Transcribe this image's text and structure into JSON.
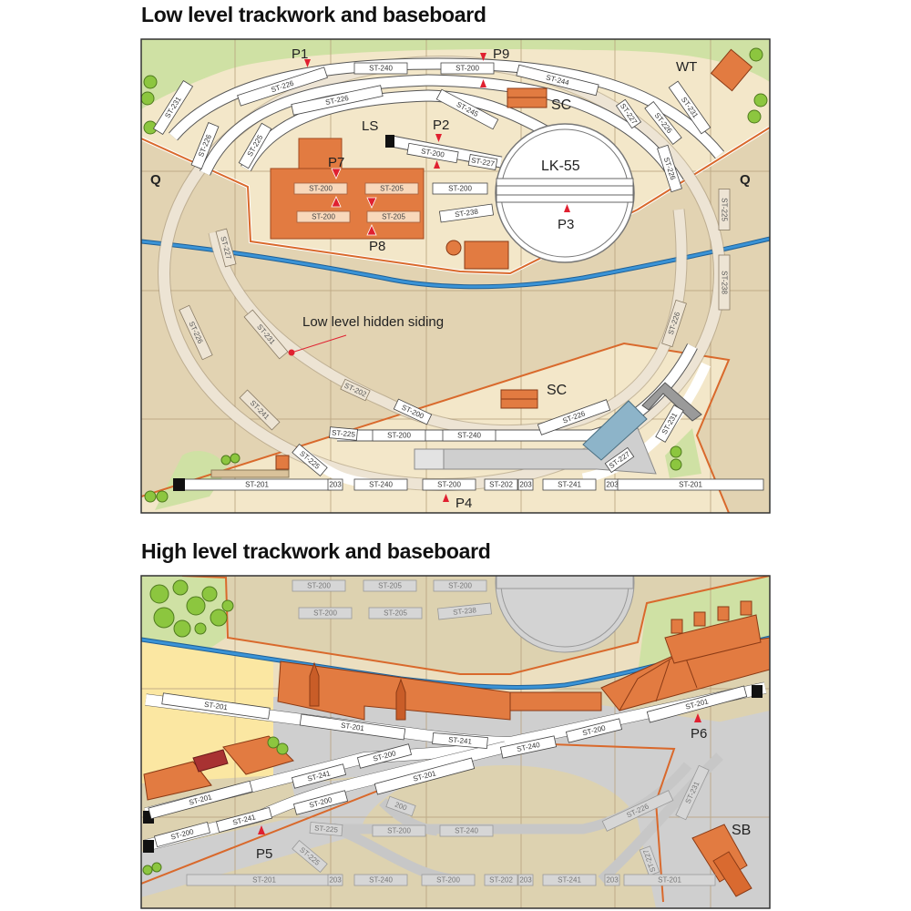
{
  "titles": {
    "low": "Low level trackwork and baseboard",
    "high": "High level trackwork and baseboard"
  },
  "colors": {
    "cream": "#f3e7c9",
    "tan": "#e2d3b2",
    "grass": "#cfe1a4",
    "water": "#2f86c8",
    "wall": "#d9692c",
    "building": "#e27b41",
    "ghost": "#d3d3d3"
  },
  "low": {
    "labels": {
      "q_left": "Q",
      "q_right": "Q",
      "wt": "WT",
      "sc_top": "SC",
      "ls": "LS",
      "turntable": "LK-55",
      "sc_bottom": "SC",
      "hidden_siding": "Low level hidden siding"
    },
    "markers": {
      "p1": "P1",
      "p2": "P2",
      "p3": "P3",
      "p4": "P4",
      "p7": "P7",
      "p8": "P8",
      "p9": "P9"
    },
    "tracks": [
      "ST-231",
      "ST-226",
      "ST-240",
      "ST-200",
      "ST-244",
      "ST-231",
      "ST-226",
      "ST-227",
      "ST-226",
      "ST-245",
      "ST-226",
      "ST-225",
      "ST-200",
      "ST-227",
      "ST-200",
      "ST-205",
      "ST-200",
      "ST-200",
      "ST-205",
      "ST-238",
      "ST-226",
      "ST-225",
      "ST-238",
      "ST-226",
      "ST-227",
      "ST-226",
      "ST-231",
      "ST-202",
      "ST-241",
      "ST-200",
      "ST-225",
      "ST-200",
      "ST-240",
      "ST-226",
      "ST-231",
      "ST-227",
      "ST-225",
      "ST-201",
      "203",
      "ST-240",
      "ST-200",
      "ST-202",
      "203",
      "ST-241",
      "203",
      "ST-201"
    ]
  },
  "high": {
    "labels": {
      "sb": "SB"
    },
    "markers": {
      "p5": "P5",
      "p6": "P6"
    },
    "tracks": [
      "ST-200",
      "ST-205",
      "ST-200",
      "ST-200",
      "ST-205",
      "ST-238",
      "ST-201",
      "ST-201",
      "ST-241",
      "ST-240",
      "ST-200",
      "ST-201",
      "ST-200",
      "ST-241",
      "ST-201",
      "ST-201",
      "ST-200",
      "ST-200",
      "ST-241",
      "200",
      "ST-225",
      "ST-200",
      "ST-240",
      "ST-226",
      "ST-231",
      "ST-227",
      "ST-225",
      "ST-201",
      "203",
      "ST-240",
      "ST-200",
      "ST-202",
      "203",
      "ST-241",
      "203",
      "ST-201"
    ]
  }
}
